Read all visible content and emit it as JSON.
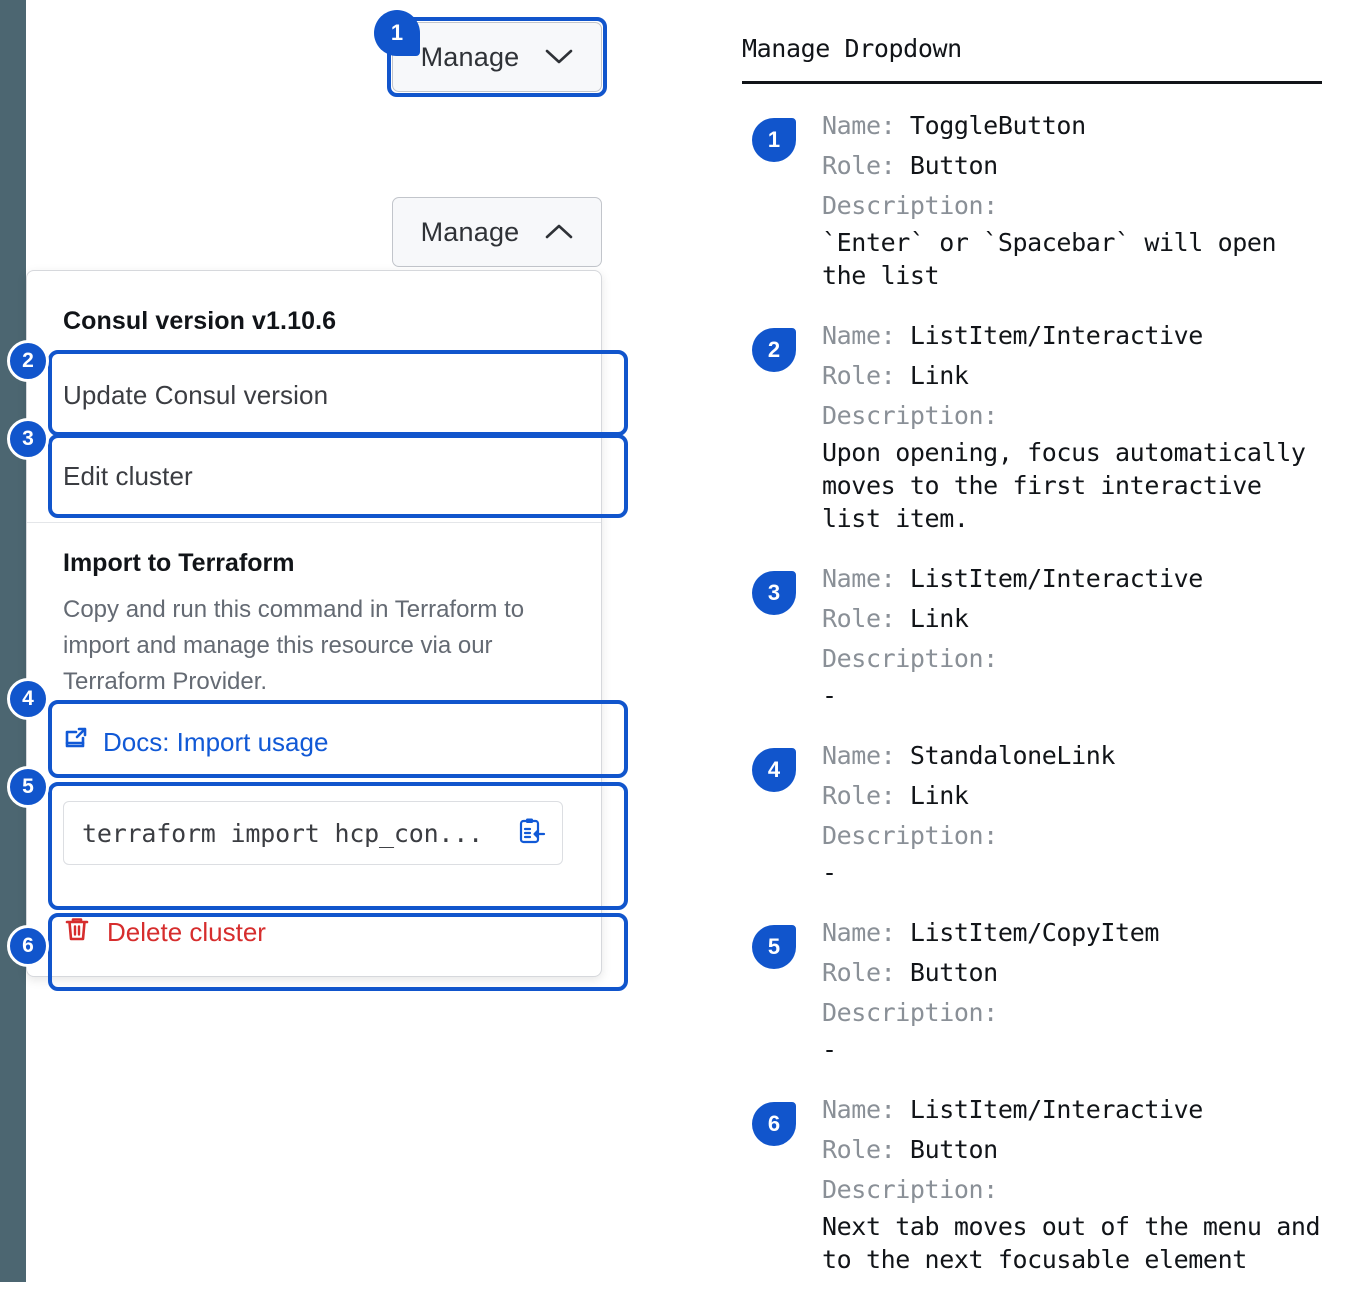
{
  "left_rail": {
    "color": "#4C6671"
  },
  "accent": {
    "blue": "#1155CC",
    "link": "#1159D6",
    "danger": "#D62D2D"
  },
  "left_pane": {
    "manage_button_collapsed": {
      "label": "Manage",
      "chevron": "chevron-down-icon"
    },
    "manage_button_expanded": {
      "label": "Manage",
      "chevron": "chevron-up-icon"
    },
    "dropdown": {
      "version_heading": "Consul version v1.10.6",
      "items": [
        {
          "label": "Update Consul version"
        },
        {
          "label": "Edit cluster"
        }
      ],
      "terraform": {
        "title": "Import to Terraform",
        "description": "Copy and run this command in Terraform to import and manage this resource via our Terraform Provider.",
        "docs_link": "Docs: Import usage",
        "docs_icon": "external-link-icon",
        "command": "terraform import hcp_con...",
        "copy_icon": "copy-to-clipboard-icon"
      },
      "delete": {
        "label": "Delete cluster",
        "icon": "trash-icon"
      }
    },
    "markers": [
      "1",
      "2",
      "3",
      "4",
      "5",
      "6"
    ]
  },
  "right_pane": {
    "title": "Manage Dropdown",
    "labels": {
      "name": "Name:",
      "role": "Role:",
      "description": "Description:"
    },
    "entries": [
      {
        "badge": "1",
        "name": "ToggleButton",
        "role": "Button",
        "description": "`Enter` or `Spacebar` will open\nthe list"
      },
      {
        "badge": "2",
        "name": "ListItem/Interactive",
        "role": "Link",
        "description": "Upon opening, focus automatically\nmoves to the first interactive\nlist item."
      },
      {
        "badge": "3",
        "name": "ListItem/Interactive",
        "role": "Link",
        "description": "-"
      },
      {
        "badge": "4",
        "name": "StandaloneLink",
        "role": "Link",
        "description": "-"
      },
      {
        "badge": "5",
        "name": "ListItem/CopyItem",
        "role": "Button",
        "description": "-"
      },
      {
        "badge": "6",
        "name": "ListItem/Interactive",
        "role": "Button",
        "description": "Next tab moves out of the menu and\nto the next focusable element"
      }
    ]
  }
}
